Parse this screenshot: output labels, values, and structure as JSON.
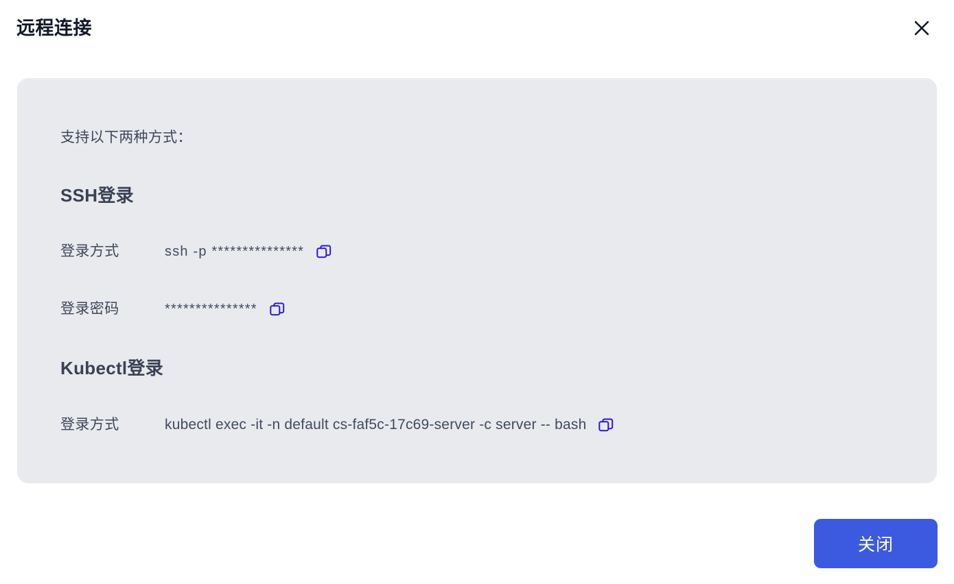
{
  "dialog": {
    "title": "远程连接",
    "close_icon": "close-icon"
  },
  "panel": {
    "intro": "支持以下两种方式：",
    "sections": [
      {
        "heading": "SSH登录",
        "rows": [
          {
            "label": "登录方式",
            "value": "ssh -p ***************",
            "copy_icon": "copy-icon"
          },
          {
            "label": "登录密码",
            "value": "***************",
            "copy_icon": "copy-icon"
          }
        ]
      },
      {
        "heading": "Kubectl登录",
        "rows": [
          {
            "label": "登录方式",
            "value": "kubectl exec -it -n default cs-faf5c-17c69-server -c server -- bash",
            "copy_icon": "copy-icon"
          }
        ]
      }
    ]
  },
  "footer": {
    "close_label": "关闭"
  },
  "colors": {
    "panel_background": "#e8eaee",
    "primary_button": "#3b5ae0",
    "copy_icon": "#2f15d8",
    "title_text": "#121826",
    "body_text": "#3f4759"
  }
}
